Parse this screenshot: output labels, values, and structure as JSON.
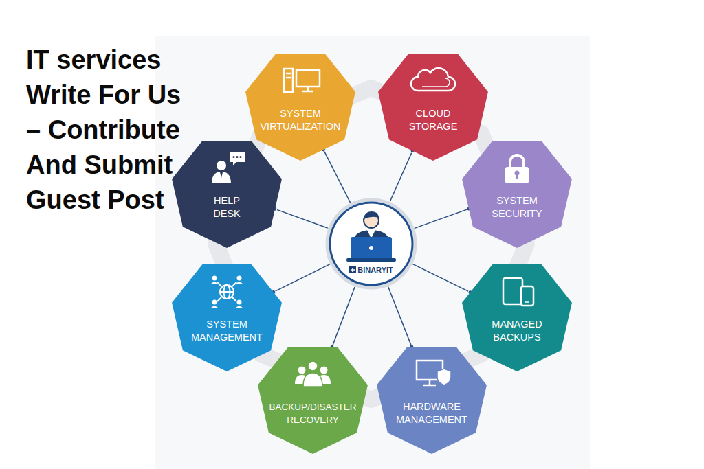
{
  "diagram": {
    "title": "IT services Write For Us – Contribute And Submit Guest Post",
    "nodes": [
      {
        "text": [
          "BINARYIT"
        ]
      },
      {
        "text": [
          "SYSTEM VIRTUALIZATION"
        ]
      },
      {
        "text": [
          "CLOUD STORAGE"
        ]
      },
      {
        "text": [
          "HELP DESK"
        ]
      },
      {
        "text": [
          "SYSTEM SECURITY"
        ]
      },
      {
        "text": [
          "SYSTEM MANAGEMENT"
        ]
      },
      {
        "text": [
          "MANAGED BACKUPS"
        ]
      },
      {
        "text": [
          "BACKUP/DISASTER RECOVERY"
        ]
      },
      {
        "text": [
          "HARDWARE MANAGEMENT"
        ]
      }
    ],
    "edges": [
      {
        "from": 0,
        "to": 1,
        "arrow": "none"
      },
      {
        "from": 0,
        "to": 2,
        "arrow": "none"
      },
      {
        "from": 0,
        "to": 3,
        "arrow": "none"
      },
      {
        "from": 0,
        "to": 4,
        "arrow": "none"
      },
      {
        "from": 0,
        "to": 5,
        "arrow": "none"
      },
      {
        "from": 0,
        "to": 6,
        "arrow": "none"
      },
      {
        "from": 0,
        "to": 7,
        "arrow": "none"
      },
      {
        "from": 0,
        "to": 8,
        "arrow": "none"
      }
    ]
  }
}
